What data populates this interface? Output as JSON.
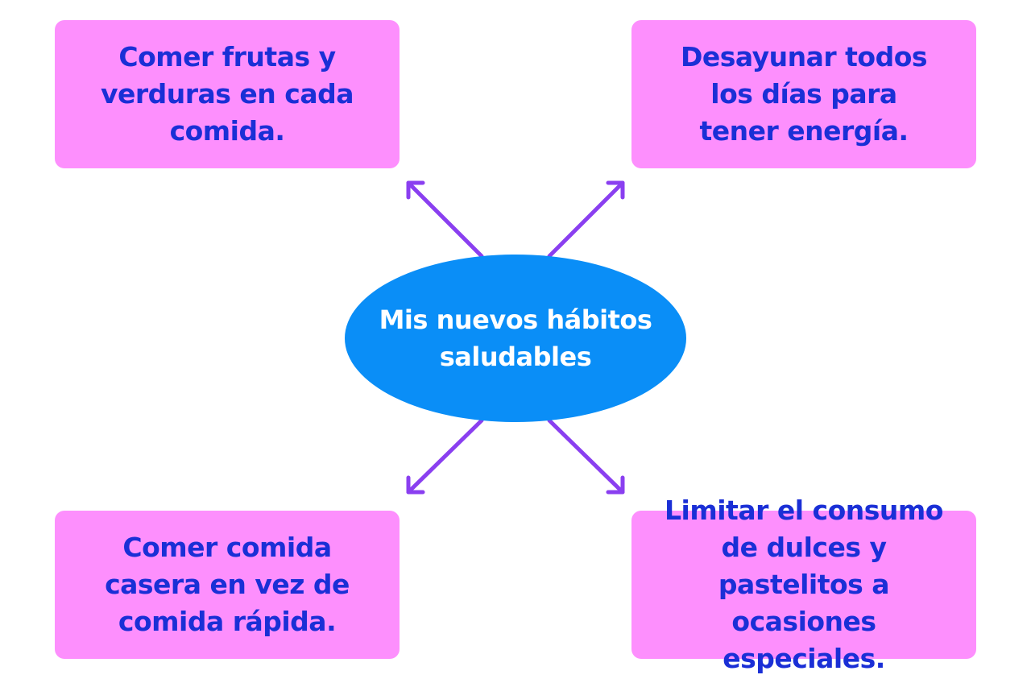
{
  "colors": {
    "box_fill": "#fd8ffd",
    "box_text": "#1a2fd6",
    "center_fill": "#0a8ef7",
    "center_text": "#ffffff",
    "arrow": "#8a3ff0"
  },
  "center": {
    "label": "Mis nuevos hábitos saludables"
  },
  "boxes": [
    {
      "id": "top-left",
      "text": "Comer frutas y verduras en cada comida."
    },
    {
      "id": "top-right",
      "text": "Desayunar todos los días para tener energía."
    },
    {
      "id": "bottom-left",
      "text": "Comer comida casera en vez de comida rápida."
    },
    {
      "id": "bottom-right",
      "text": "Limitar el consumo de dulces y pastelitos a ocasiones especiales."
    }
  ]
}
